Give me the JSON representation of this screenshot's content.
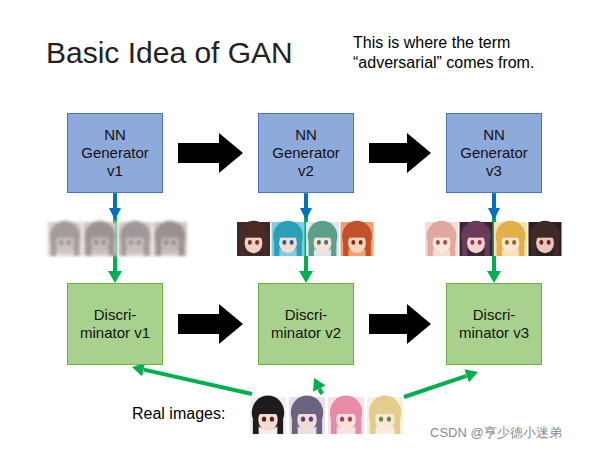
{
  "diagram": {
    "title": "Basic Idea of GAN",
    "nodes": [
      {
        "text": [
          "NN Generator v1"
        ]
      },
      {
        "text": [
          "NN Generator v2"
        ]
      },
      {
        "text": [
          "NN Generator v3"
        ]
      },
      {
        "text": [
          "Discri- minator v1"
        ]
      },
      {
        "text": [
          "Discri- minator v2"
        ]
      },
      {
        "text": [
          "Discri- minator v3"
        ]
      }
    ],
    "edges": [
      {
        "from": 0,
        "to": 1,
        "arrow": "to"
      },
      {
        "from": 1,
        "to": 2,
        "arrow": "to"
      },
      {
        "from": 0,
        "to": 3,
        "arrow": "to"
      },
      {
        "from": 1,
        "to": 4,
        "arrow": "to"
      },
      {
        "from": 2,
        "to": 5,
        "arrow": "to"
      },
      {
        "from": 3,
        "to": 4,
        "arrow": "to"
      },
      {
        "from": 4,
        "to": 5,
        "arrow": "to"
      }
    ],
    "labels": [
      "This is where the term “adversarial” comes from.",
      "Real images:",
      "CSDN @亨少德小迷弟"
    ]
  }
}
